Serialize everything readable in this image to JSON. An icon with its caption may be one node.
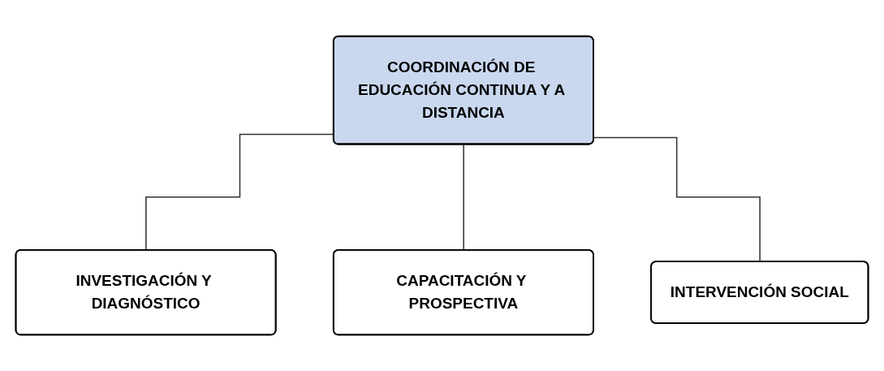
{
  "diagram": {
    "nodes": [
      {
        "text": [
          "COORDINACIÓN DE EDUCACIÓN CONTINUA Y A DISTANCIA"
        ]
      },
      {
        "text": [
          "INVESTIGACIÓN Y DIAGNÓSTICO"
        ]
      },
      {
        "text": [
          "CAPACITACIÓN Y PROSPECTIVA"
        ]
      },
      {
        "text": [
          "INTERVENCIÓN SOCIAL"
        ]
      }
    ],
    "edges": [
      {
        "from": 0,
        "to": 1,
        "arrow": "none"
      },
      {
        "from": 0,
        "to": 2,
        "arrow": "none"
      },
      {
        "from": 0,
        "to": 3,
        "arrow": "none"
      }
    ]
  }
}
